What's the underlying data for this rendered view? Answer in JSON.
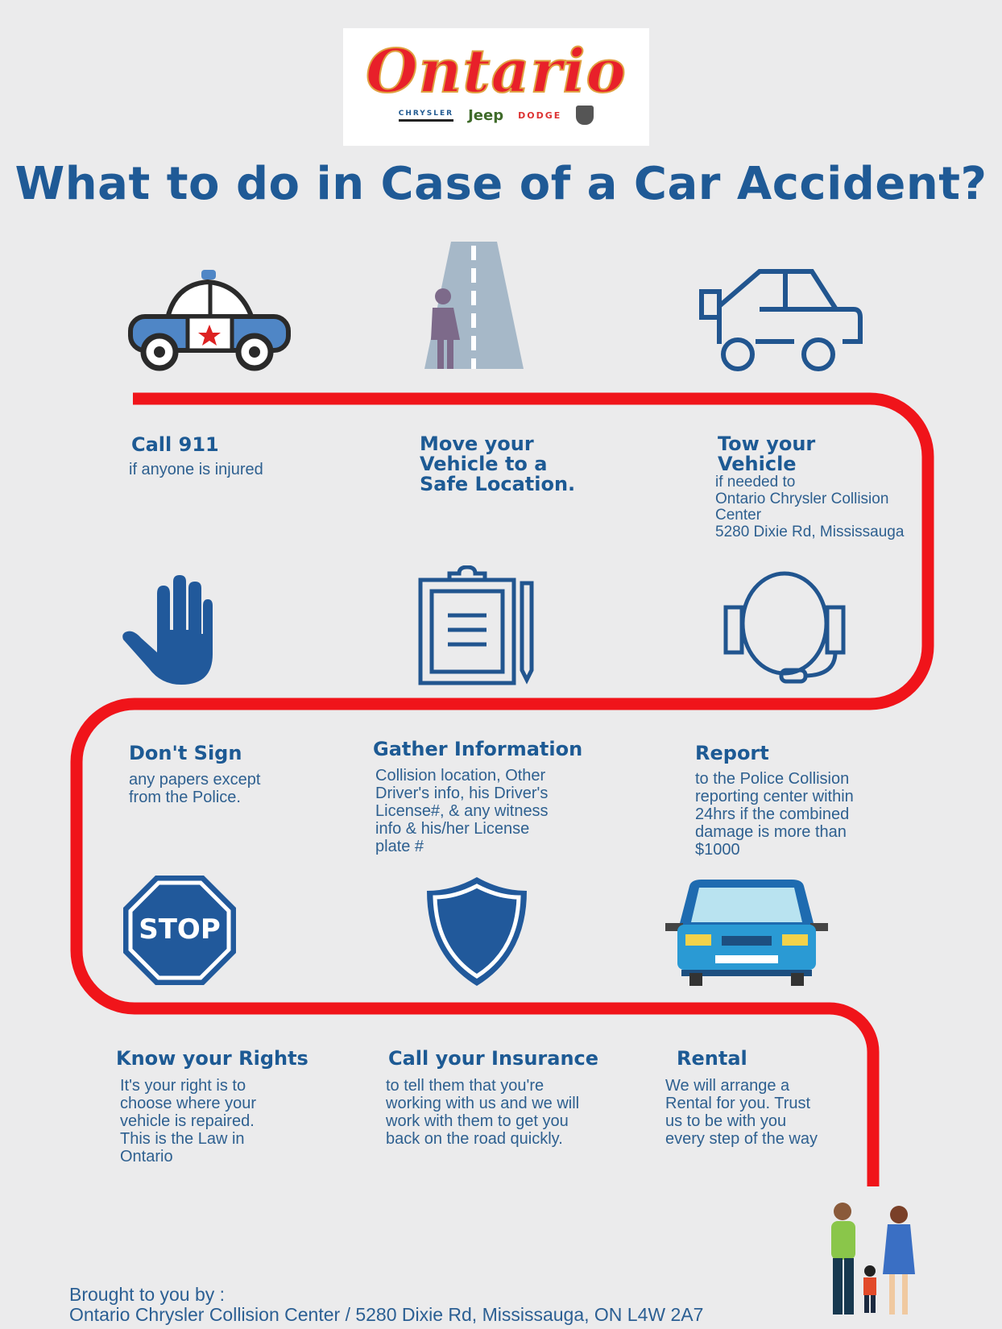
{
  "logo": {
    "word": "Ontario",
    "brands": [
      "CHRYSLER",
      "Jeep",
      "DODGE",
      "RAM"
    ]
  },
  "title": "What to do in Case of a Car Accident?",
  "steps": [
    {
      "title": "Call 911",
      "text": [
        "if anyone is injured"
      ]
    },
    {
      "title_lines": [
        "Move your",
        "Vehicle to a",
        "Safe Location."
      ],
      "text": []
    },
    {
      "title_lines": [
        "Tow your",
        "Vehicle"
      ],
      "text": [
        "if needed to",
        "Ontario Chrysler Collision",
        "Center",
        "5280 Dixie Rd, Mississauga"
      ]
    },
    {
      "title": "Don't Sign",
      "text": [
        "any papers except",
        "from the Police."
      ]
    },
    {
      "title": "Gather Information",
      "text": [
        "Collision location, Other",
        "Driver's info, his Driver's",
        "License#, & any witness",
        "info & his/her License",
        "plate #"
      ]
    },
    {
      "title": "Report",
      "text": [
        "to the Police Collision",
        "reporting center within",
        "24hrs if the combined",
        "damage is more than",
        "$1000"
      ]
    },
    {
      "title": "Know your Rights",
      "text": [
        "It's your right is to",
        "choose where your",
        "vehicle is repaired.",
        "This is the Law in",
        "Ontario"
      ]
    },
    {
      "title": "Call your Insurance",
      "text": [
        "to tell them that you're",
        "working with us and we will",
        "work with them to get you",
        "back on the road quickly."
      ]
    },
    {
      "title": "Rental",
      "text": [
        "We will arrange a",
        "Rental for you. Trust",
        "us to be with you",
        "every step of the way"
      ]
    }
  ],
  "stop_sign": "STOP",
  "footer": {
    "line1": "Brought to you by :",
    "line2": "Ontario Chrysler Collision Center / 5280 Dixie Rd, Mississauga, ON L4W 2A7"
  },
  "colors": {
    "accent": "#1f5a96",
    "path": "#f0141a",
    "background": "#ebebec"
  }
}
